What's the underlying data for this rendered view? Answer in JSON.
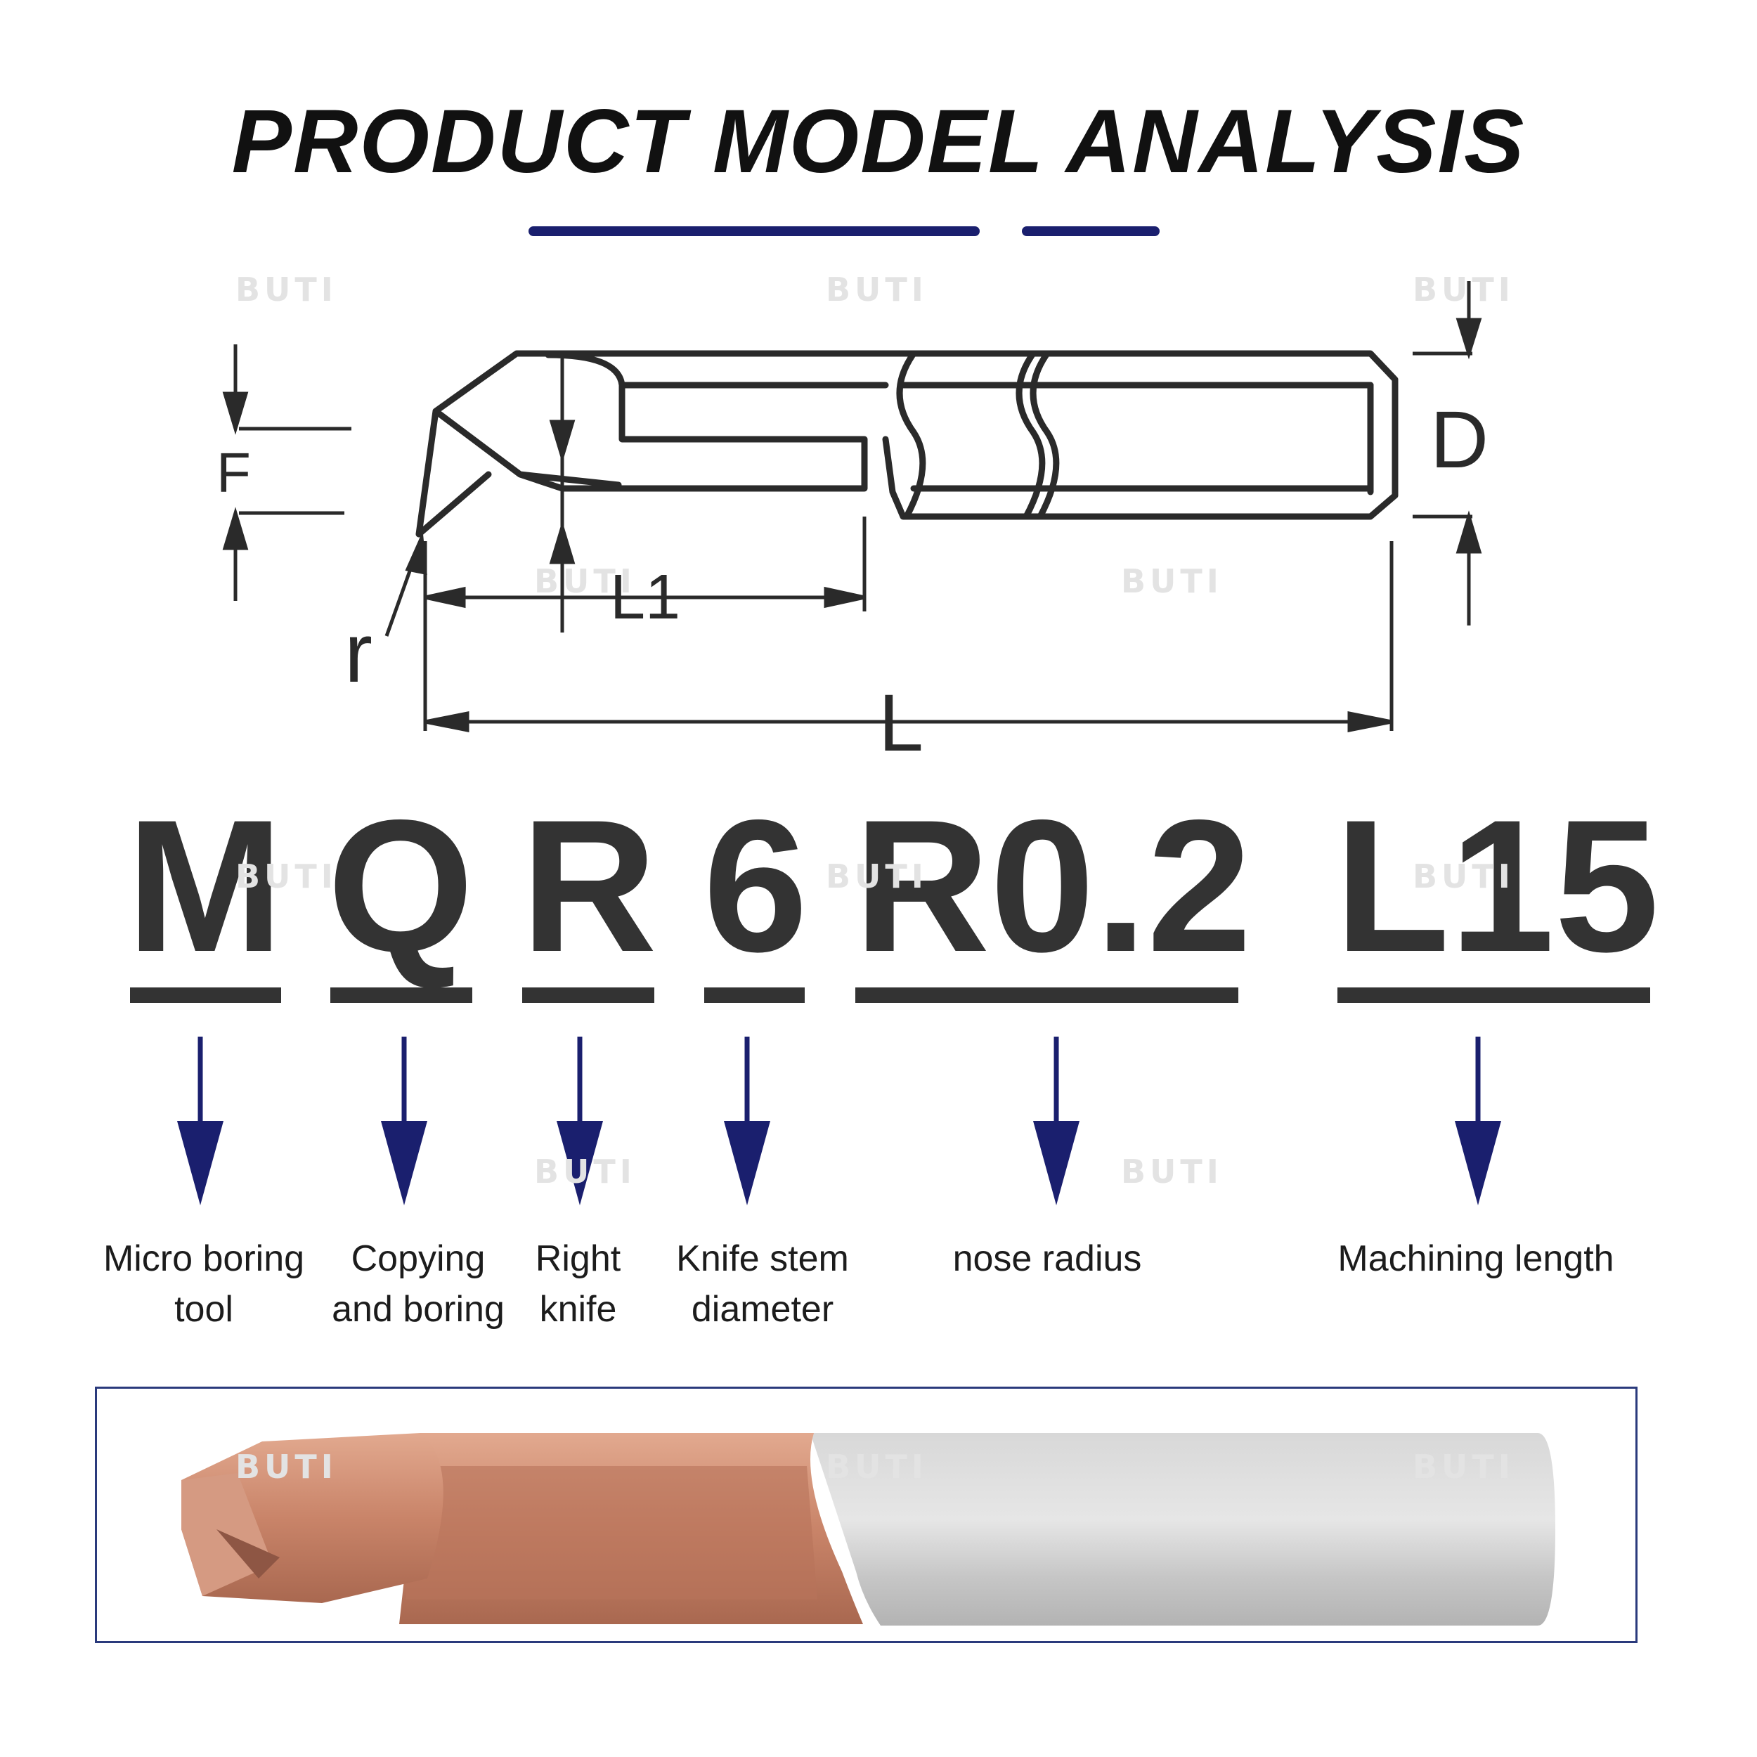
{
  "title": "PRODUCT MODEL ANALYSIS",
  "colors": {
    "accent": "#1a1f6e",
    "code_text": "#333333",
    "drawing": "#2a2a2a",
    "carbide": "#c9846a",
    "shank": "#cfcfcf"
  },
  "diagram": {
    "labels": {
      "F": "F",
      "D": "D",
      "L1": "L1",
      "L": "L",
      "r": "r"
    }
  },
  "model_code": [
    {
      "code": "M",
      "description_line1": "Micro boring",
      "description_line2": "tool"
    },
    {
      "code": "Q",
      "description_line1": "Copying",
      "description_line2": "and boring"
    },
    {
      "code": "R",
      "description_line1": "Right",
      "description_line2": "knife"
    },
    {
      "code": "6",
      "description_line1": "Knife stem",
      "description_line2": "diameter"
    },
    {
      "code": "R0.2",
      "description_line1": "nose radius",
      "description_line2": ""
    },
    {
      "code": "L15",
      "description_line1": "Machining length",
      "description_line2": ""
    }
  ],
  "watermark": "BUTI",
  "icons": {
    "arrow": "down-arrow-icon",
    "watermark_logo": "chart-logo-icon"
  }
}
